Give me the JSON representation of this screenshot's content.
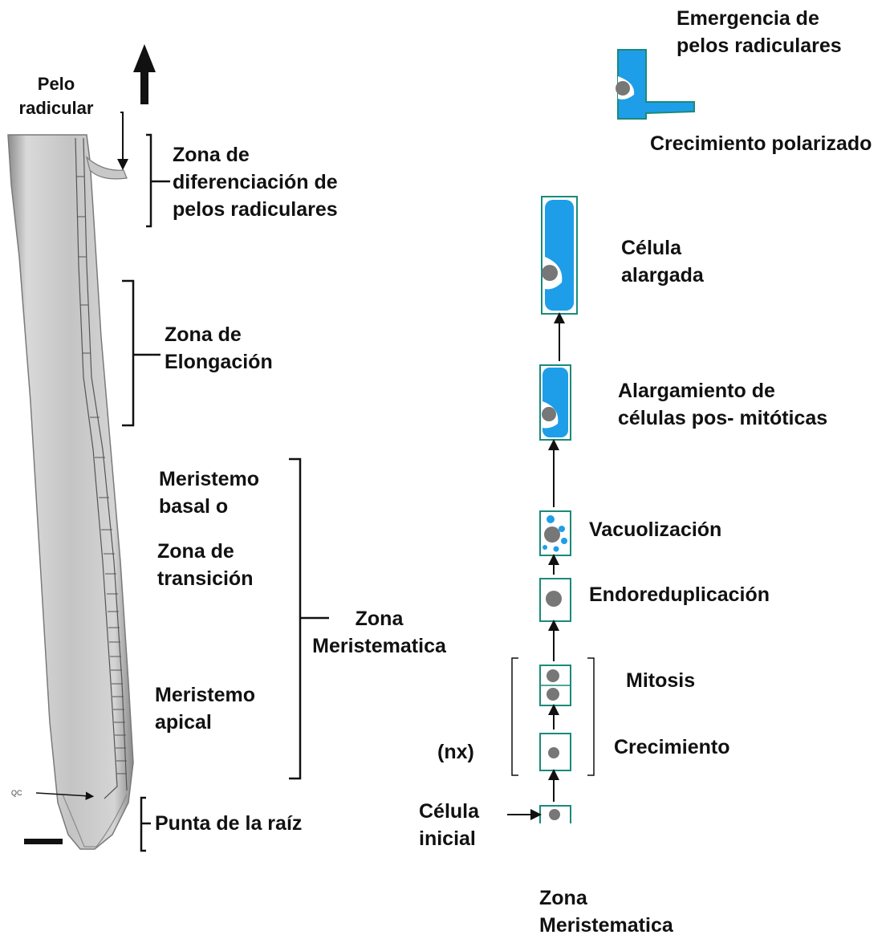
{
  "colors": {
    "cell_fill": "#1e9ee8",
    "cell_outline": "#1b8a7a",
    "nucleus": "#777777",
    "ink": "#111111",
    "root_tissue": "#bfbfbf"
  },
  "left_panel": {
    "root_hair_label": [
      "Pelo",
      "radicular"
    ],
    "qc_label": "QC",
    "zones": [
      {
        "id": "hair-differentiation",
        "lines": [
          "Zona de",
          "diferenciación de",
          "pelos radiculares"
        ]
      },
      {
        "id": "elongation",
        "lines": [
          "Zona de",
          "Elongación"
        ]
      },
      {
        "id": "basal-meristem",
        "lines": [
          "Meristemo",
          "basal  o"
        ]
      },
      {
        "id": "transition",
        "lines": [
          "Zona de",
          "transición"
        ]
      },
      {
        "id": "apical-meristem",
        "lines": [
          "Meristemo",
          "apical"
        ]
      },
      {
        "id": "meristematic",
        "lines": [
          "Zona",
          "Meristematica"
        ]
      },
      {
        "id": "root-tip",
        "lines": [
          "Punta de la raíz"
        ]
      }
    ]
  },
  "right_panel": {
    "emergence": [
      "Emergencia de",
      "pelos radiculares"
    ],
    "polarized_growth": "Crecimiento polarizado",
    "elongated_cell": [
      "Célula",
      "alargada"
    ],
    "post_mitotic": [
      "Alargamiento de",
      "células pos- mitóticas"
    ],
    "vacuolization": "Vacuolización",
    "endoreduplication": "Endoreduplicación",
    "mitosis": "Mitosis",
    "growth": "Crecimiento",
    "nx": "(nx)",
    "initial_cell": [
      "Célula",
      "inicial"
    ],
    "bottom_zone": [
      "Zona",
      "Meristematica"
    ]
  }
}
